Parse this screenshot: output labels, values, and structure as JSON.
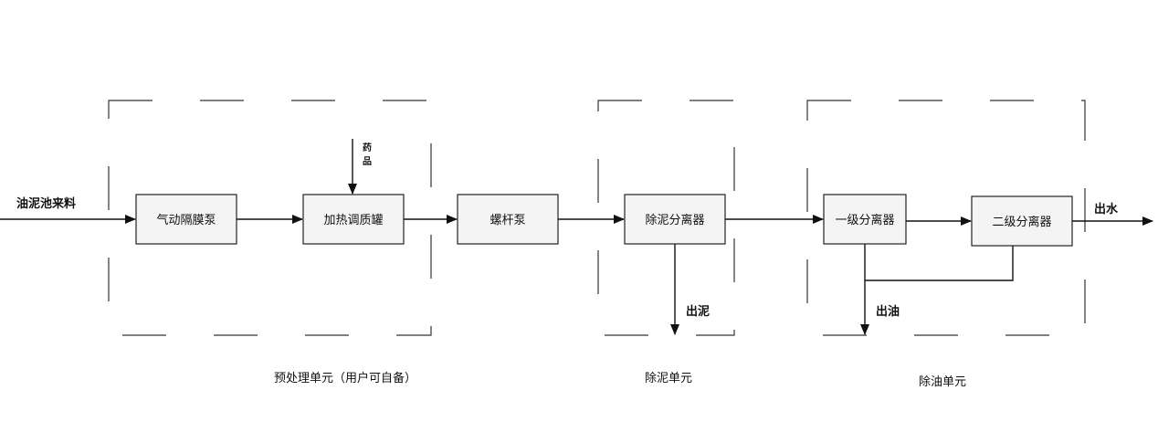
{
  "input_label": "油泥池来料",
  "additive_label": [
    "药",
    "品"
  ],
  "equipment": {
    "diaphragm_pump": "气动隔膜泵",
    "heating_tank": "加热调质罐",
    "screw_pump": "螺杆泵",
    "sludge_separator": "除泥分离器",
    "primary_separator": "一级分离器",
    "secondary_separator": "二级分离器"
  },
  "outputs": {
    "sludge": "出泥",
    "oil": "出油",
    "water": "出水"
  },
  "units": {
    "pretreatment": "预处理单元（用户可自备）",
    "desludging": "除泥单元",
    "deoiling": "除油单元"
  }
}
